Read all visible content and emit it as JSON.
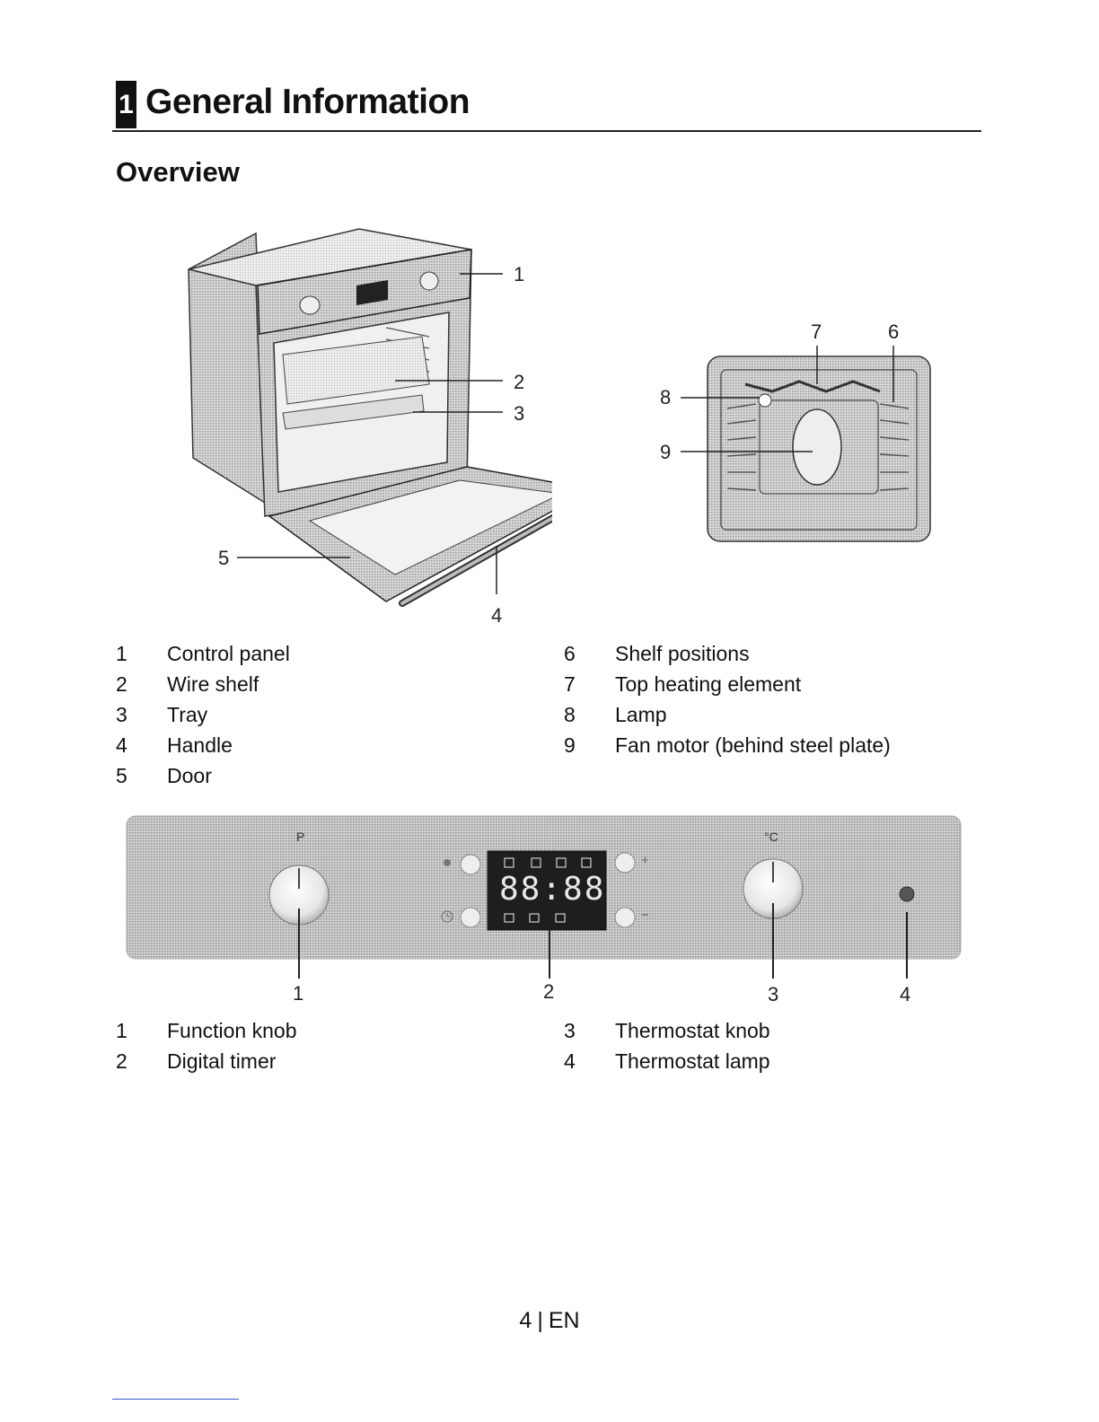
{
  "header": {
    "section_number": "1",
    "section_title": "General Information",
    "subtitle": "Overview"
  },
  "oven_figure": {
    "callouts": [
      "1",
      "2",
      "3",
      "4",
      "5"
    ]
  },
  "interior_figure": {
    "callouts": [
      "7",
      "6",
      "8",
      "9"
    ]
  },
  "parts_legend": {
    "left": [
      {
        "num": "1",
        "label": "Control panel"
      },
      {
        "num": "2",
        "label": "Wire shelf"
      },
      {
        "num": "3",
        "label": "Tray"
      },
      {
        "num": "4",
        "label": "Handle"
      },
      {
        "num": "5",
        "label": "Door"
      }
    ],
    "right": [
      {
        "num": "6",
        "label": "Shelf positions"
      },
      {
        "num": "7",
        "label": "Top heating element"
      },
      {
        "num": "8",
        "label": "Lamp"
      },
      {
        "num": "9",
        "label": "Fan motor (behind steel plate)"
      }
    ]
  },
  "control_panel": {
    "function_symbol": "P",
    "thermostat_symbol": "°C",
    "plus": "+",
    "minus": "−",
    "display_digits": "88:88",
    "callouts": [
      "1",
      "2",
      "3",
      "4"
    ]
  },
  "panel_legend": {
    "left": [
      {
        "num": "1",
        "label": "Function knob"
      },
      {
        "num": "2",
        "label": "Digital timer"
      }
    ],
    "right": [
      {
        "num": "3",
        "label": "Thermostat knob"
      },
      {
        "num": "4",
        "label": "Thermostat lamp"
      }
    ]
  },
  "footer": {
    "page_number": "4",
    "language": "EN"
  }
}
